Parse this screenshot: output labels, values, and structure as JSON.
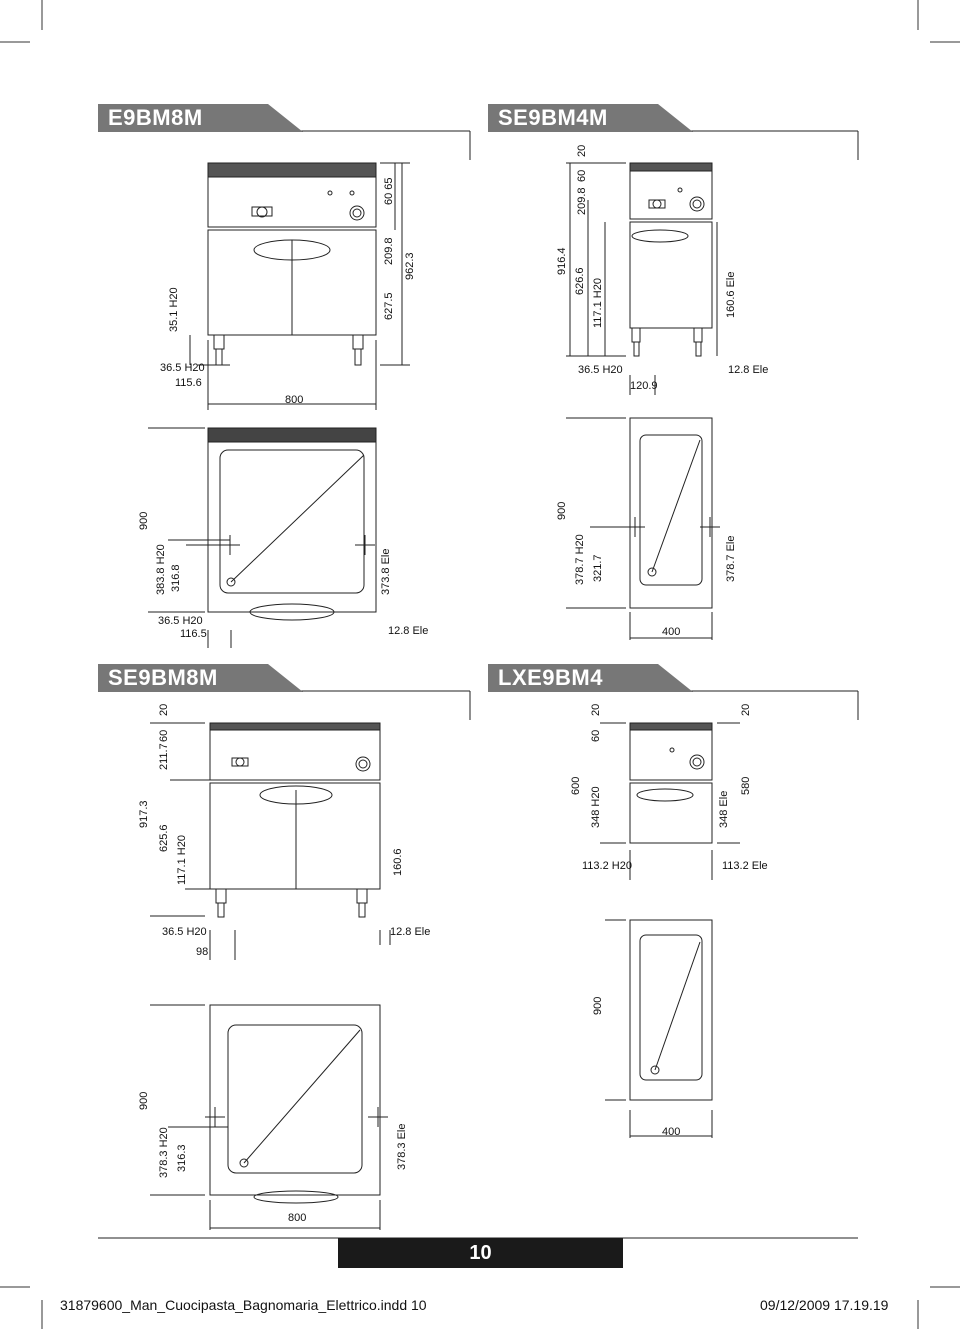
{
  "sections": {
    "e9bm8m": {
      "title": "E9BM8M"
    },
    "se9bm4m": {
      "title": "SE9BM4M"
    },
    "se9bm8m": {
      "title": "SE9BM8M"
    },
    "lxe9bm4": {
      "title": "LXE9BM4"
    }
  },
  "dims": {
    "e9_60_65": "60 65",
    "e9_209_8": "209.8",
    "e9_962_3": "962.3",
    "e9_627_5": "627.5",
    "e9_35_1": "35.1 H20",
    "e9_36_5": "36.5 H20",
    "e9_115_6": "115.6",
    "e9_800": "800",
    "se4_20": "20",
    "se4_60": "60",
    "se4_209_8": "209.8",
    "se4_916_4": "916.4",
    "se4_626_6": "626.6",
    "se4_117_1": "117.1 H20",
    "se4_160_6": "160.6 Ele",
    "se4_36_5": "36.5 H20",
    "se4_120_9": "120.9",
    "se4_12_8": "12.8 Ele",
    "e9p_900": "900",
    "e9p_383_8": "383.8 H20",
    "e9p_316_8": "316.8",
    "e9p_373_8": "373.8 Ele",
    "e9p_36_5": "36.5 H20",
    "e9p_116_5": "116.5",
    "e9p_12_8": "12.8 Ele",
    "se4p_900": "900",
    "se4p_378_7": "378.7 H20",
    "se4p_321_7": "321.7",
    "se4p_378_7e": "378.7 Ele",
    "se4p_400": "400",
    "se8_20": "20",
    "se8_60": "60",
    "se8_211_7": "211.7",
    "se8_917_3": "917.3",
    "se8_625_6": "625.6",
    "se8_117_1": "117.1 H20",
    "se8_160_6": "160.6",
    "se8_36_5": "36.5 H20",
    "se8_98": "98",
    "se8_12_8": "12.8 Ele",
    "lx_20a": "20",
    "lx_60": "60",
    "lx_600": "600",
    "lx_348_h": "348 H20",
    "lx_348_e": "348 Ele",
    "lx_20b": "20",
    "lx_580": "580",
    "lx_113_h": "113.2 H20",
    "lx_113_e": "113.2 Ele",
    "lxp_900": "900",
    "lxp_400": "400",
    "se8p_900": "900",
    "se8p_378_3": "378.3 H20",
    "se8p_316_3": "316.3",
    "se8p_378_3e": "378.3 Ele",
    "se8p_800": "800"
  },
  "page_number": "10",
  "footer": {
    "filename": "31879600_Man_Cuocipasta_Bagnomaria_Elettrico.indd   10",
    "datetime": "09/12/2009   17.19.19"
  }
}
